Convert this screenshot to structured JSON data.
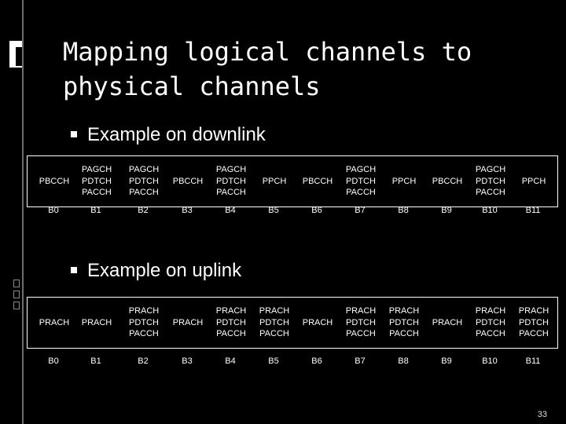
{
  "title": "Mapping logical channels to physical channels",
  "downlink": {
    "heading": "Example on downlink",
    "cells": [
      "PBCCH",
      "PAGCH\nPDTCH\nPACCH",
      "PAGCH\nPDTCH\nPACCH",
      "PBCCH",
      "PAGCH\nPDTCH\nPACCH",
      "PPCH",
      "PBCCH",
      "PAGCH\nPDTCH\nPACCH",
      "PPCH",
      "PBCCH",
      "PAGCH\nPDTCH\nPACCH",
      "PPCH"
    ],
    "blocks": [
      "B0",
      "B1",
      "B2",
      "B3",
      "B4",
      "B5",
      "B6",
      "B7",
      "B8",
      "B9",
      "B10",
      "B11"
    ]
  },
  "uplink": {
    "heading": "Example on uplink",
    "cells": [
      "PRACH",
      "PRACH",
      "PRACH\nPDTCH\nPACCH",
      "PRACH",
      "PRACH\nPDTCH\nPACCH",
      "PRACH\nPDTCH\nPACCH",
      "PRACH",
      "PRACH\nPDTCH\nPACCH",
      "PRACH\nPDTCH\nPACCH",
      "PRACH",
      "PRACH\nPDTCH\nPACCH",
      "PRACH\nPDTCH\nPACCH"
    ],
    "blocks": [
      "B0",
      "B1",
      "B2",
      "B3",
      "B4",
      "B5",
      "B6",
      "B7",
      "B8",
      "B9",
      "B10",
      "B11"
    ]
  },
  "page_number": "33"
}
